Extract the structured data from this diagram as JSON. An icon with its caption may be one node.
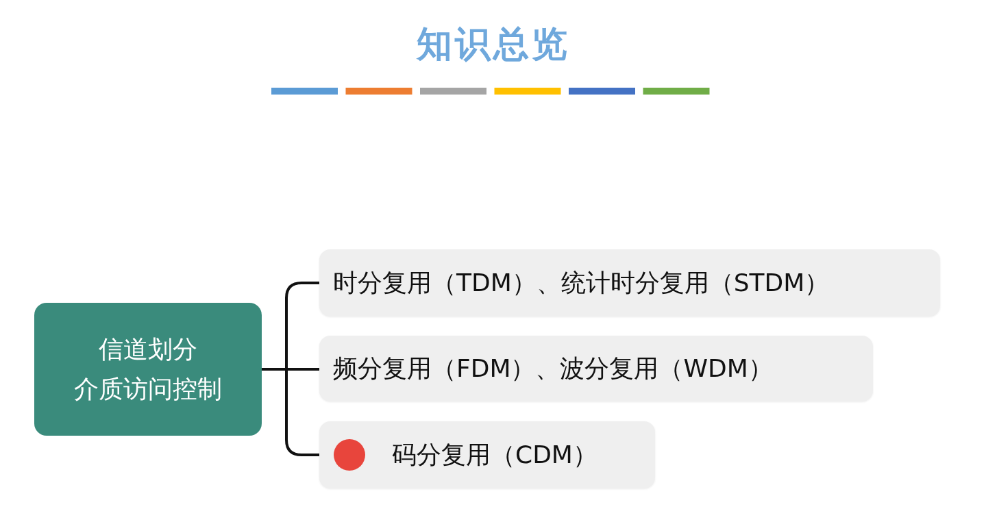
{
  "diagram": {
    "title": "知识总览",
    "nodes": [
      {
        "text": [
          "信道划分",
          "介质访问控制"
        ]
      },
      {
        "text": [
          "时分复用（TDM）、统计时分复用（STDM）"
        ]
      },
      {
        "text": [
          "频分复用（FDM）、波分复用（WDM）"
        ]
      },
      {
        "text": [
          "码分复用（CDM）"
        ]
      }
    ],
    "edges": [
      {
        "from": 0,
        "to": 1,
        "arrow": "none"
      },
      {
        "from": 0,
        "to": 2,
        "arrow": "none"
      },
      {
        "from": 0,
        "to": 3,
        "arrow": "none"
      }
    ]
  }
}
